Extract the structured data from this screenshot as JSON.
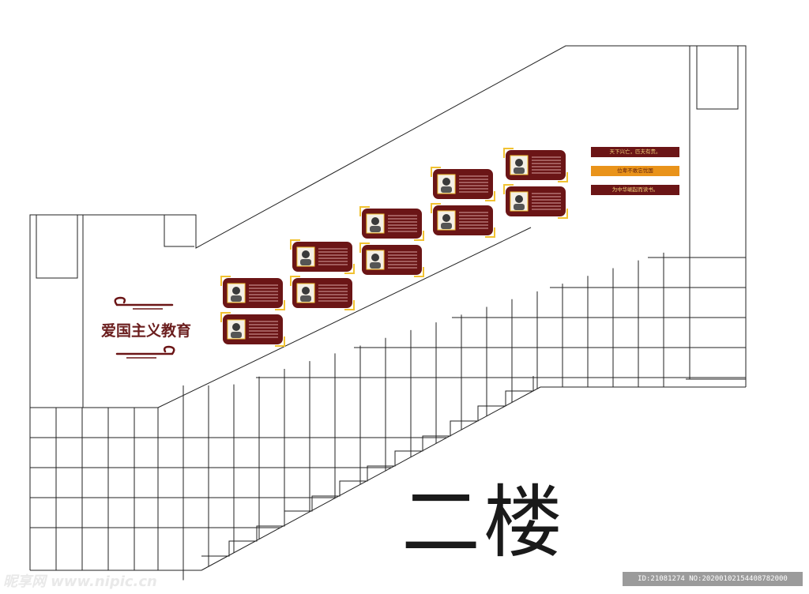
{
  "floor_label": "二楼",
  "theme_title": "爱国主义教育",
  "slogans": [
    "天下兴亡，匹夫有责。",
    "位卑不敢忘忧国",
    "为中华崛起而读书。"
  ],
  "watermark": {
    "site": "昵享网 www.nipic.cn",
    "id_text": "ID:21081274 NO:20200102154408782000"
  },
  "colors": {
    "panel": "#6b1516",
    "panel_trim": "#f1c232",
    "slogan_orange": "#e9931a",
    "line": "#222222"
  },
  "portrait_icons": [
    "ship-scene-icon",
    "writer-portrait-icon",
    "general-portrait-icon",
    "horse-rider-icon",
    "guqin-figure-icon",
    "woman-portrait-icon",
    "man-portrait-icon",
    "female-soldier-icon",
    "uniform-portrait-icon",
    "elder-portrait-icon"
  ]
}
